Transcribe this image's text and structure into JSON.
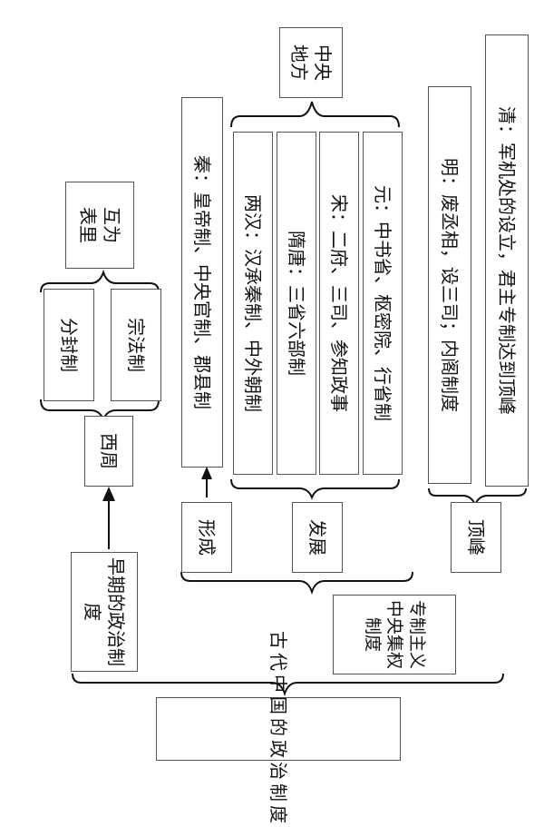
{
  "root": "古代中国的政治制度",
  "early": {
    "title": "早期的政治制度",
    "period": "西周",
    "systems": [
      "分封制",
      "宗法制"
    ],
    "relation": "互为表里"
  },
  "central": {
    "title": "专制主义中央集权制度",
    "levels": "中央地方",
    "stages": {
      "formation": "形成",
      "development": "发展",
      "peak": "顶峰"
    },
    "qin": "秦：皇帝制、中央官制、郡县制",
    "dev_items": [
      "两汉：汉承秦制、中外朝制",
      "隋唐：三省六部制",
      "宋：二府、三司、参知政事",
      "元：中书省、枢密院、行省制"
    ],
    "peak_items": [
      "明：废丞相，设三司；内阁制度",
      "清：军机处的设立，君主专制达到顶峰"
    ]
  }
}
